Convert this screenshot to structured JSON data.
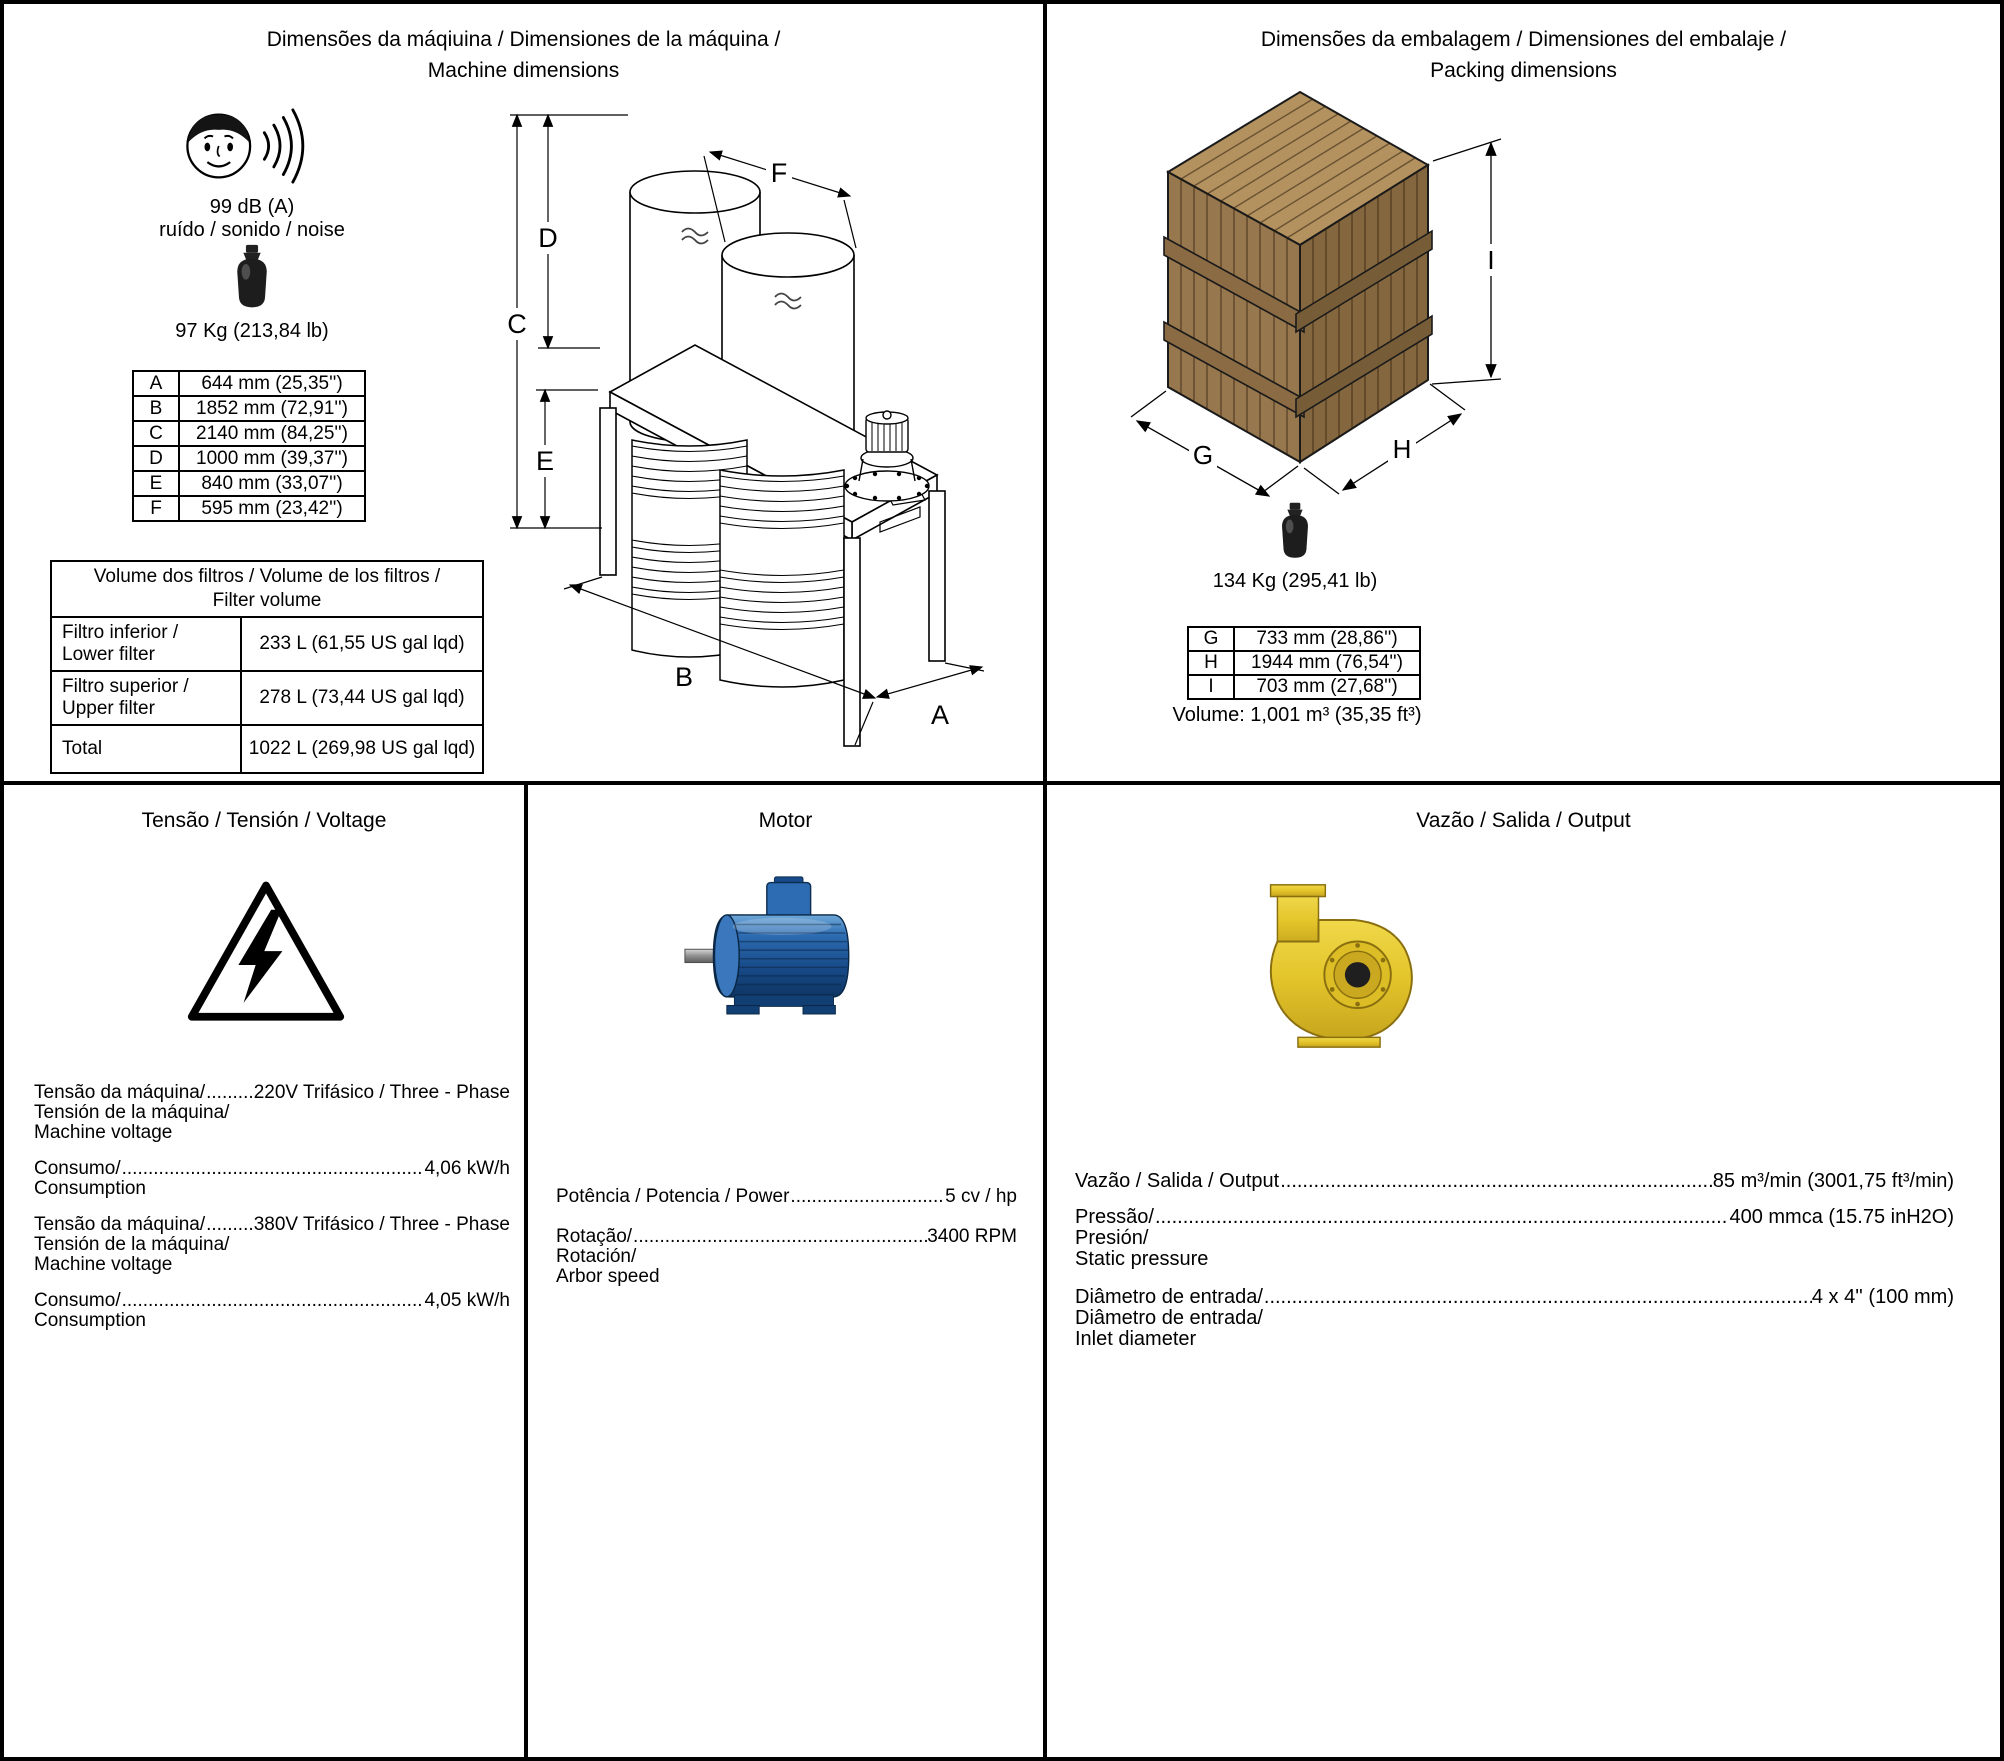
{
  "leader": {
    "dots": ".........................................................................................................................................................................................."
  },
  "machine": {
    "title1": "Dimensões da máqiuina / Dimensiones de la máquina /",
    "title2": "Machine dimensions",
    "noise_value": "99 dB (A)",
    "noise_label": "ruído / sonido / noise",
    "weight": "97 Kg (213,84 lb)",
    "dim_table": [
      {
        "key": "A",
        "value": "644 mm (25,35'')"
      },
      {
        "key": "B",
        "value": "1852 mm (72,91'')"
      },
      {
        "key": "C",
        "value": "2140 mm (84,25'')"
      },
      {
        "key": "D",
        "value": "1000 mm (39,37'')"
      },
      {
        "key": "E",
        "value": "840 mm (33,07'')"
      },
      {
        "key": "F",
        "value": "595 mm (23,42'')"
      }
    ],
    "filter": {
      "header1": "Volume dos filtros / Volume de los filtros /",
      "header2": "Filter volume",
      "rows": [
        {
          "label1": "Filtro inferior /",
          "label2": "Lower filter",
          "value": "233 L (61,55 US gal lqd)"
        },
        {
          "label1": "Filtro superior /",
          "label2": "Upper filter",
          "value": "278 L (73,44 US gal lqd)"
        },
        {
          "label1": "Total",
          "label2": "",
          "value": "1022 L (269,98 US gal lqd)"
        }
      ]
    },
    "labels": {
      "A": "A",
      "B": "B",
      "C": "C",
      "D": "D",
      "E": "E",
      "F": "F"
    }
  },
  "packing": {
    "title1": "Dimensões da embalagem / Dimensiones del embalaje /",
    "title2": "Packing dimensions",
    "weight": "134 Kg (295,41 lb)",
    "dim_table": [
      {
        "key": "G",
        "value": "733 mm (28,86'')"
      },
      {
        "key": "H",
        "value": "1944 mm (76,54'')"
      },
      {
        "key": "I",
        "value": "703 mm (27,68'')"
      }
    ],
    "volume": "Volume: 1,001 m³ (35,35 ft³)",
    "labels": {
      "G": "G",
      "H": "H",
      "I": "I"
    }
  },
  "voltage": {
    "title": "Tensão / Tensión / Voltage",
    "line1_label": "Tensão da máquina/",
    "line1_value": "220V Trifásico / Three - Phase",
    "line1_sub1": "Tensión de la máquina/",
    "line1_sub2": "Machine voltage",
    "consumo1_label": "Consumo/",
    "consumo1_value": "4,06 kW/h",
    "consumo1_sub": "Consumption",
    "line2_label": "Tensão da máquina/",
    "line2_value": "380V Trifásico / Three - Phase",
    "line2_sub1": "Tensión de la máquina/",
    "line2_sub2": "Machine voltage",
    "consumo2_label": "Consumo/",
    "consumo2_value": "4,05 kW/h",
    "consumo2_sub": "Consumption"
  },
  "motor": {
    "title": "Motor",
    "power_label": "Potência / Potencia / Power",
    "power_value": "5 cv / hp",
    "rotation_label": "Rotação/",
    "rotation_value": "3400 RPM",
    "rotation_sub1": "Rotación/",
    "rotation_sub2": "Arbor speed"
  },
  "output": {
    "title": "Vazão / Salida / Output",
    "flow_label": "Vazão / Salida / Output",
    "flow_value": "85 m³/min (3001,75 ft³/min)",
    "pressure_label": "Pressão/",
    "pressure_value": "400 mmca (15.75 inH2O)",
    "pressure_sub1": "Presión/",
    "pressure_sub2": "Static pressure",
    "inlet_label": "Diâmetro de entrada/",
    "inlet_value": "4 x 4'' (100 mm)",
    "inlet_sub1": "Diâmetro de entrada/",
    "inlet_sub2": "Inlet diameter"
  }
}
